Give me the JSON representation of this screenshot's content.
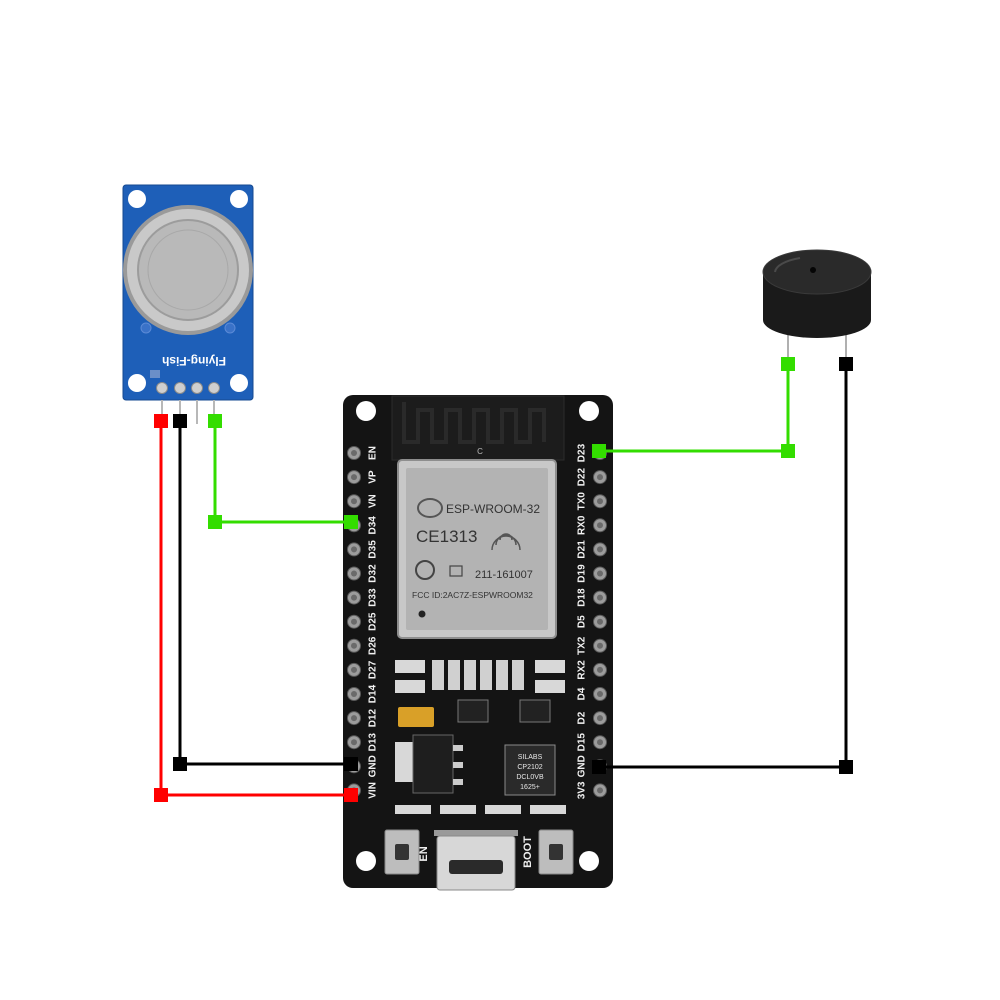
{
  "sensor": {
    "brand": "Flying-Fish"
  },
  "esp32": {
    "module_name": "ESP-WROOM-32",
    "ce_mark": "CE1313",
    "cert_code": "211-161007",
    "fcc_id": "FCC ID:2AC7Z-ESPWROOM32",
    "antenna_mark": "C",
    "uart_chip": [
      "SILABS",
      "CP2102",
      "DCL0VB",
      "1625+"
    ],
    "en_button_label": "EN",
    "boot_button_label": "BOOT",
    "left_pins": [
      "EN",
      "VP",
      "VN",
      "D34",
      "D35",
      "D32",
      "D33",
      "D25",
      "D26",
      "D27",
      "D14",
      "D12",
      "D13",
      "GND",
      "VIN"
    ],
    "right_pins": [
      "D23",
      "D22",
      "TX0",
      "RX0",
      "D21",
      "D19",
      "D18",
      "D5",
      "TX2",
      "RX2",
      "D4",
      "D2",
      "D15",
      "GND",
      "3V3"
    ]
  },
  "colors": {
    "wire_vcc": "#ff0000",
    "wire_gnd": "#000000",
    "wire_signal": "#33dd00",
    "board": "#141414",
    "sensor_pcb": "#1e5fb8"
  }
}
